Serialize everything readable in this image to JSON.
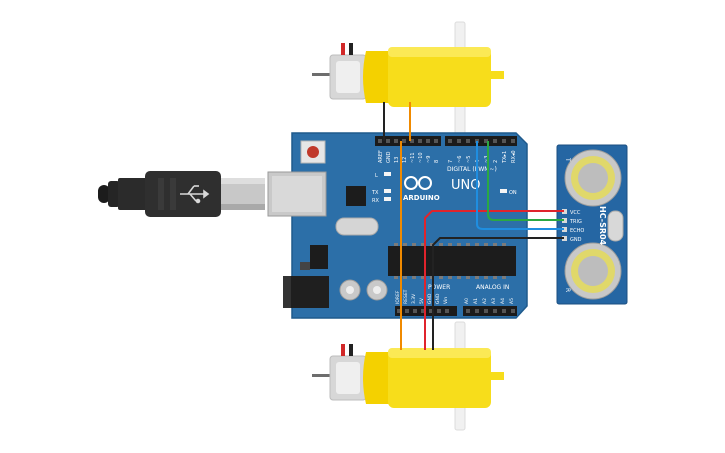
{
  "arduino": {
    "logo_text": "ARDUINO",
    "model_text": "UNO",
    "digital_header_label": "DIGITAL (PWM~)",
    "power_header_label": "POWER",
    "analog_header_label": "ANALOG IN",
    "on_led_label": "ON",
    "l_led_label": "L",
    "tx_label": "TX",
    "rx_label": "RX",
    "digital_pins_left": [
      "AREF",
      "GND",
      "13",
      "12",
      "~11",
      "~10",
      "~9",
      "8"
    ],
    "digital_pins_right": [
      "7",
      "~6",
      "~5",
      "4",
      "~3",
      "2",
      "TX▸1",
      "RX◂0"
    ],
    "power_pins": [
      "IOREF",
      "RESET",
      "3.3V",
      "5V",
      "GND",
      "GND",
      "Vin"
    ],
    "analog_pins": [
      "A0",
      "A1",
      "A2",
      "A3",
      "A4",
      "A5"
    ]
  },
  "sensor": {
    "name": "HC-SR04",
    "pins": [
      "VCC",
      "TRIG",
      "ECHO",
      "GND"
    ],
    "t_label": "T",
    "r_label": "R"
  },
  "colors": {
    "board": "#2c6fa8",
    "board_edge": "#1f5a8c",
    "motor_yellow": "#f7dd1b",
    "wire_orange": "#f08a00",
    "wire_red": "#e0242c",
    "wire_black": "#222222",
    "wire_green": "#2aa843",
    "wire_blue": "#1f8ee0"
  }
}
